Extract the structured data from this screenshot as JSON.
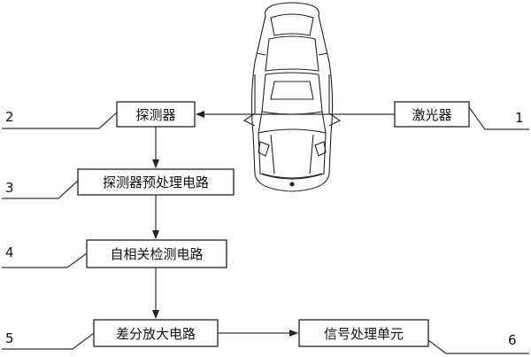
{
  "boxes": {
    "detector": "探测器",
    "laser": "激光器",
    "preprocess": "探测器预处理电路",
    "autocorrelation": "自相关检测电路",
    "diff_amp": "差分放大电路",
    "signal_unit": "信号处理单元"
  },
  "labels": {
    "n1": "1",
    "n2": "2",
    "n3": "3",
    "n4": "4",
    "n5": "5",
    "n6": "6"
  },
  "icons": {
    "car": "car-top-view-icon"
  }
}
